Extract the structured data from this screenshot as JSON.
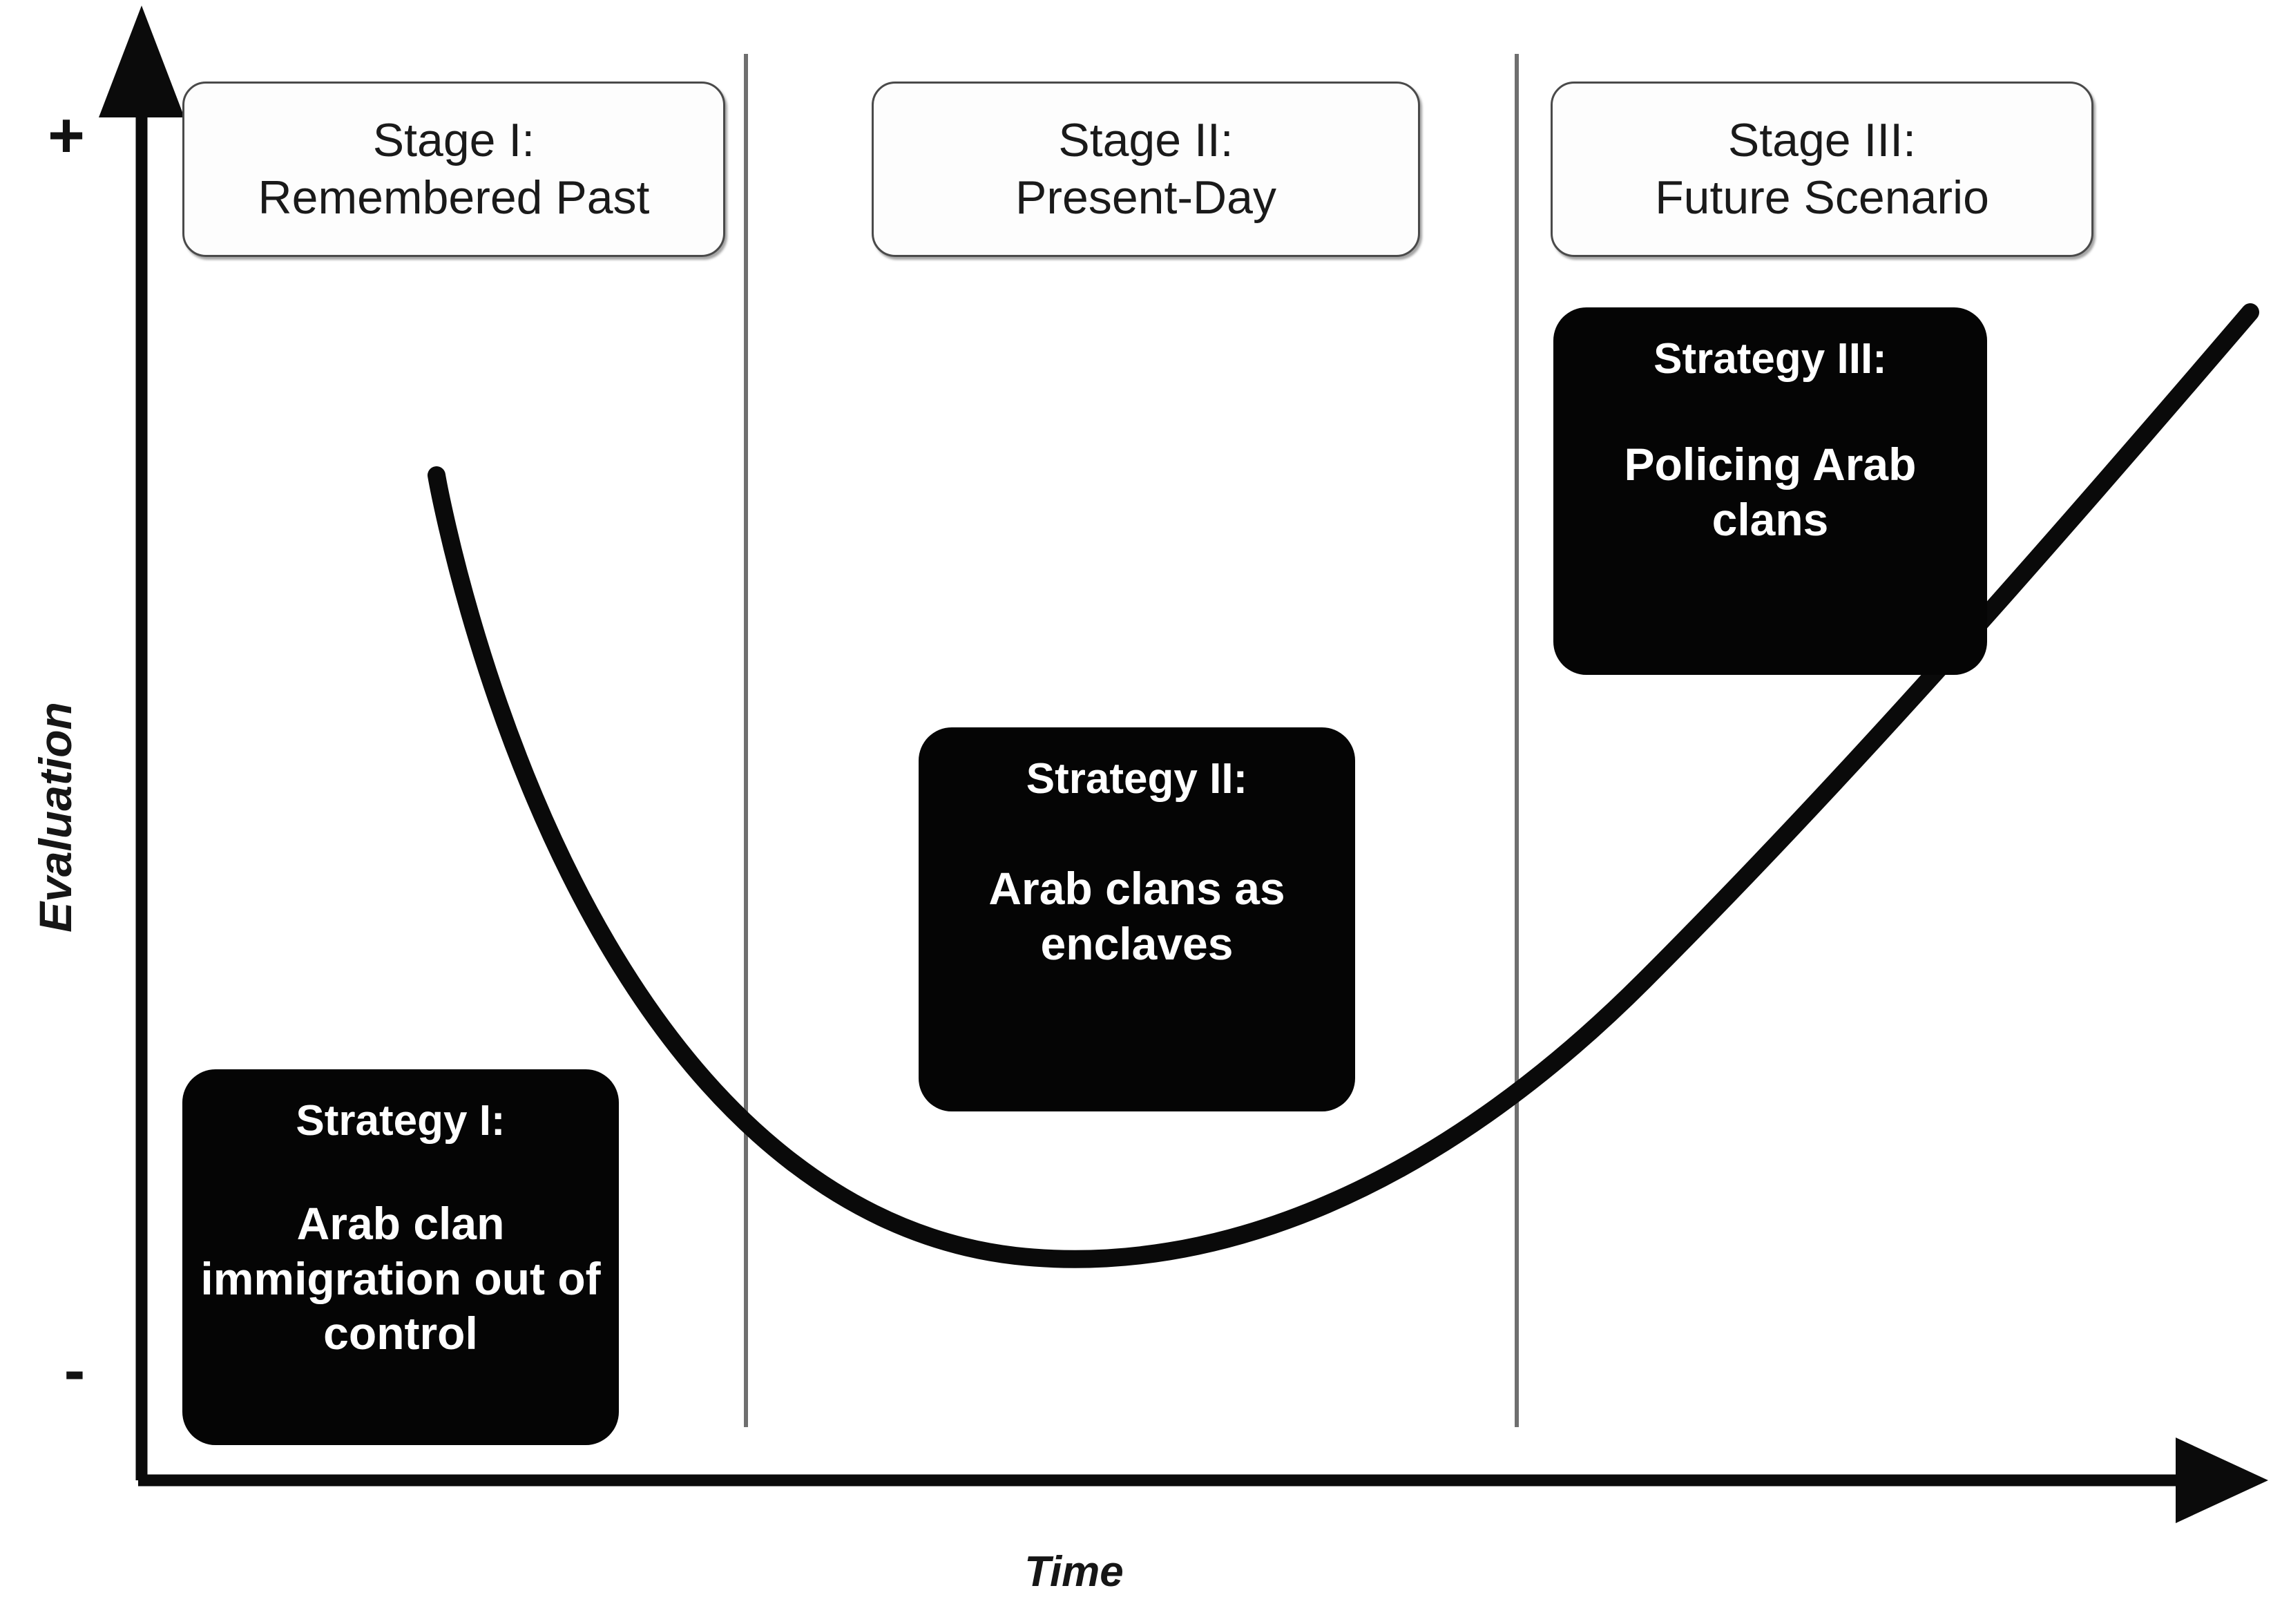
{
  "figure": {
    "kind": "two-axis-timeline-diagram",
    "background_color": "#ffffff",
    "accent_color": "#050505"
  },
  "axes": {
    "y": {
      "title": "Evaluation",
      "positive_marker": "+",
      "negative_marker": "-",
      "orientation": "vertical",
      "arrow": "up"
    },
    "x": {
      "title": "Time",
      "orientation": "horizontal",
      "arrow": "right"
    }
  },
  "stages": [
    {
      "id": "stage-1",
      "line1": "Stage I:",
      "line2": "Remembered Past"
    },
    {
      "id": "stage-2",
      "line1": "Stage II:",
      "line2": "Present-Day"
    },
    {
      "id": "stage-3",
      "line1": "Stage III:",
      "line2": "Future Scenario"
    }
  ],
  "strategies": [
    {
      "id": "strategy-1",
      "title": "Strategy I:",
      "body": "Arab clan immigration out of control",
      "stage": "Stage I: Remembered Past",
      "fill": "#050505",
      "text_color": "#ffffff"
    },
    {
      "id": "strategy-2",
      "title": "Strategy II:",
      "body": "Arab clans as enclaves",
      "stage": "Stage II: Present-Day",
      "fill": "#050505",
      "text_color": "#ffffff"
    },
    {
      "id": "strategy-3",
      "title": "Strategy III:",
      "body": "Policing Arab clans",
      "stage": "Stage III: Future Scenario",
      "fill": "#050505",
      "text_color": "#ffffff"
    }
  ],
  "chart_data": {
    "type": "line",
    "title": "",
    "xlabel": "Time",
    "ylabel": "Evaluation",
    "grid": false,
    "legend": "none",
    "axis_ticks": {
      "y": [
        "+",
        "-"
      ],
      "x": []
    },
    "series": [
      {
        "name": "Evaluation over time",
        "shape": "U-curve / parabola-like: steep decline, flat minimum, steep rise",
        "x": [
          0.12,
          0.18,
          0.24,
          0.3,
          0.36,
          0.42,
          0.5,
          0.58,
          0.66,
          0.74,
          0.82,
          0.9,
          0.98
        ],
        "y": [
          0.74,
          0.6,
          0.48,
          0.38,
          0.3,
          0.24,
          0.21,
          0.24,
          0.31,
          0.43,
          0.58,
          0.76,
          0.92
        ],
        "minimum_at_x": 0.5,
        "color": "#0a0a0a"
      }
    ],
    "dividers": [
      {
        "label": "Stage I / Stage II boundary",
        "x": 0.28
      },
      {
        "label": "Stage II / Stage III boundary",
        "x": 0.64
      }
    ],
    "annotations": [
      "Strategy I: Arab clan immigration out of control",
      "Strategy II: Arab clans as enclaves",
      "Strategy III: Policing Arab clans"
    ]
  }
}
